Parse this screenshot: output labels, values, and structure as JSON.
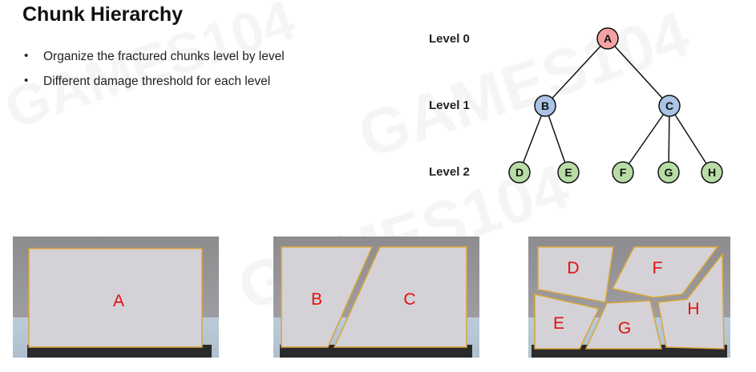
{
  "title": "Chunk Hierarchy",
  "bullets": [
    "Organize the fractured chunks level by level",
    "Different damage threshold for each level"
  ],
  "watermark": "GAMES104",
  "tree": {
    "levels": [
      "Level 0",
      "Level 1",
      "Level 2"
    ],
    "nodes": {
      "A": {
        "label": "A",
        "color": "#f4a3a3"
      },
      "B": {
        "label": "B",
        "color": "#a9c4e6"
      },
      "C": {
        "label": "C",
        "color": "#a9c4e6"
      },
      "D": {
        "label": "D",
        "color": "#b8dca6"
      },
      "E": {
        "label": "E",
        "color": "#b8dca6"
      },
      "F": {
        "label": "F",
        "color": "#b8dca6"
      },
      "G": {
        "label": "G",
        "color": "#b8dca6"
      },
      "H": {
        "label": "H",
        "color": "#b8dca6"
      }
    }
  },
  "panels": [
    {
      "labels": [
        "A"
      ]
    },
    {
      "labels": [
        "B",
        "C"
      ]
    },
    {
      "labels": [
        "D",
        "F",
        "E",
        "G",
        "H"
      ]
    }
  ],
  "colors": {
    "chunk_label": "#e30f0f",
    "chunk_outline": "#d9a536",
    "chunk_fill": "#d4d2d6"
  }
}
